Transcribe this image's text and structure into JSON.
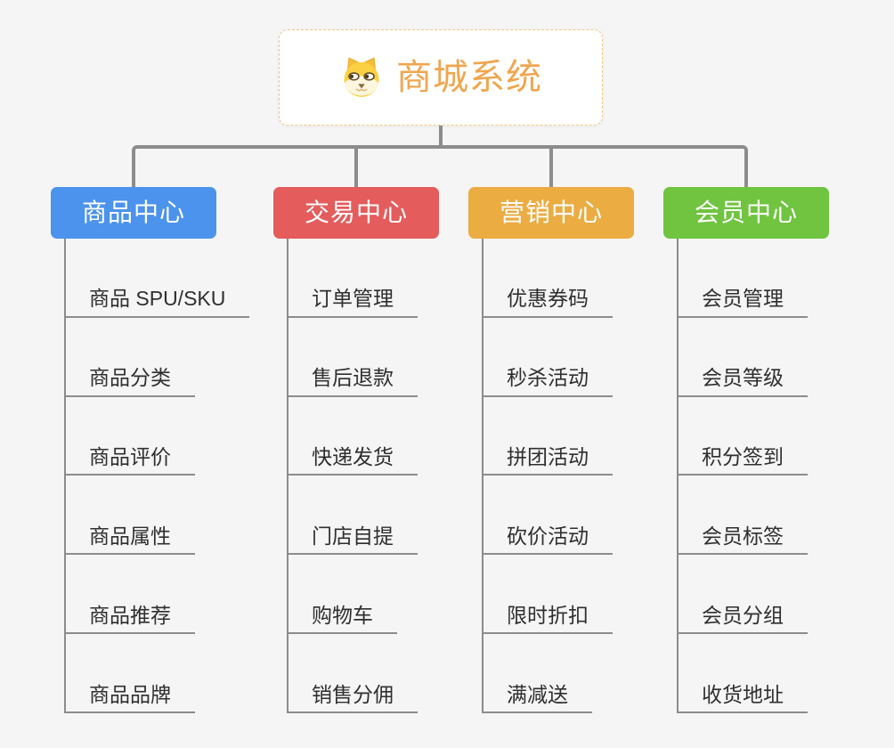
{
  "colors": {
    "background": "#F5F5F5",
    "connector": "#8C8C8C",
    "leaf_text": "#2F2F2F",
    "root_text": "#F0A64E",
    "root_border": "#F5C57C",
    "branch_text": "#FFFFFF"
  },
  "root": {
    "icon": "dog-face-icon",
    "title": "商城系统"
  },
  "branches": [
    {
      "label": "商品中心",
      "color": "#4B93EC",
      "children": [
        "商品 SPU/SKU",
        "商品分类",
        "商品评价",
        "商品属性",
        "商品推荐",
        "商品品牌"
      ]
    },
    {
      "label": "交易中心",
      "color": "#E45C5C",
      "children": [
        "订单管理",
        "售后退款",
        "快递发货",
        "门店自提",
        "购物车",
        "销售分佣"
      ]
    },
    {
      "label": "营销中心",
      "color": "#EBAC42",
      "children": [
        "优惠券码",
        "秒杀活动",
        "拼团活动",
        "砍价活动",
        "限时折扣",
        "满减送"
      ]
    },
    {
      "label": "会员中心",
      "color": "#70C440",
      "children": [
        "会员管理",
        "会员等级",
        "积分签到",
        "会员标签",
        "会员分组",
        "收货地址"
      ]
    }
  ]
}
